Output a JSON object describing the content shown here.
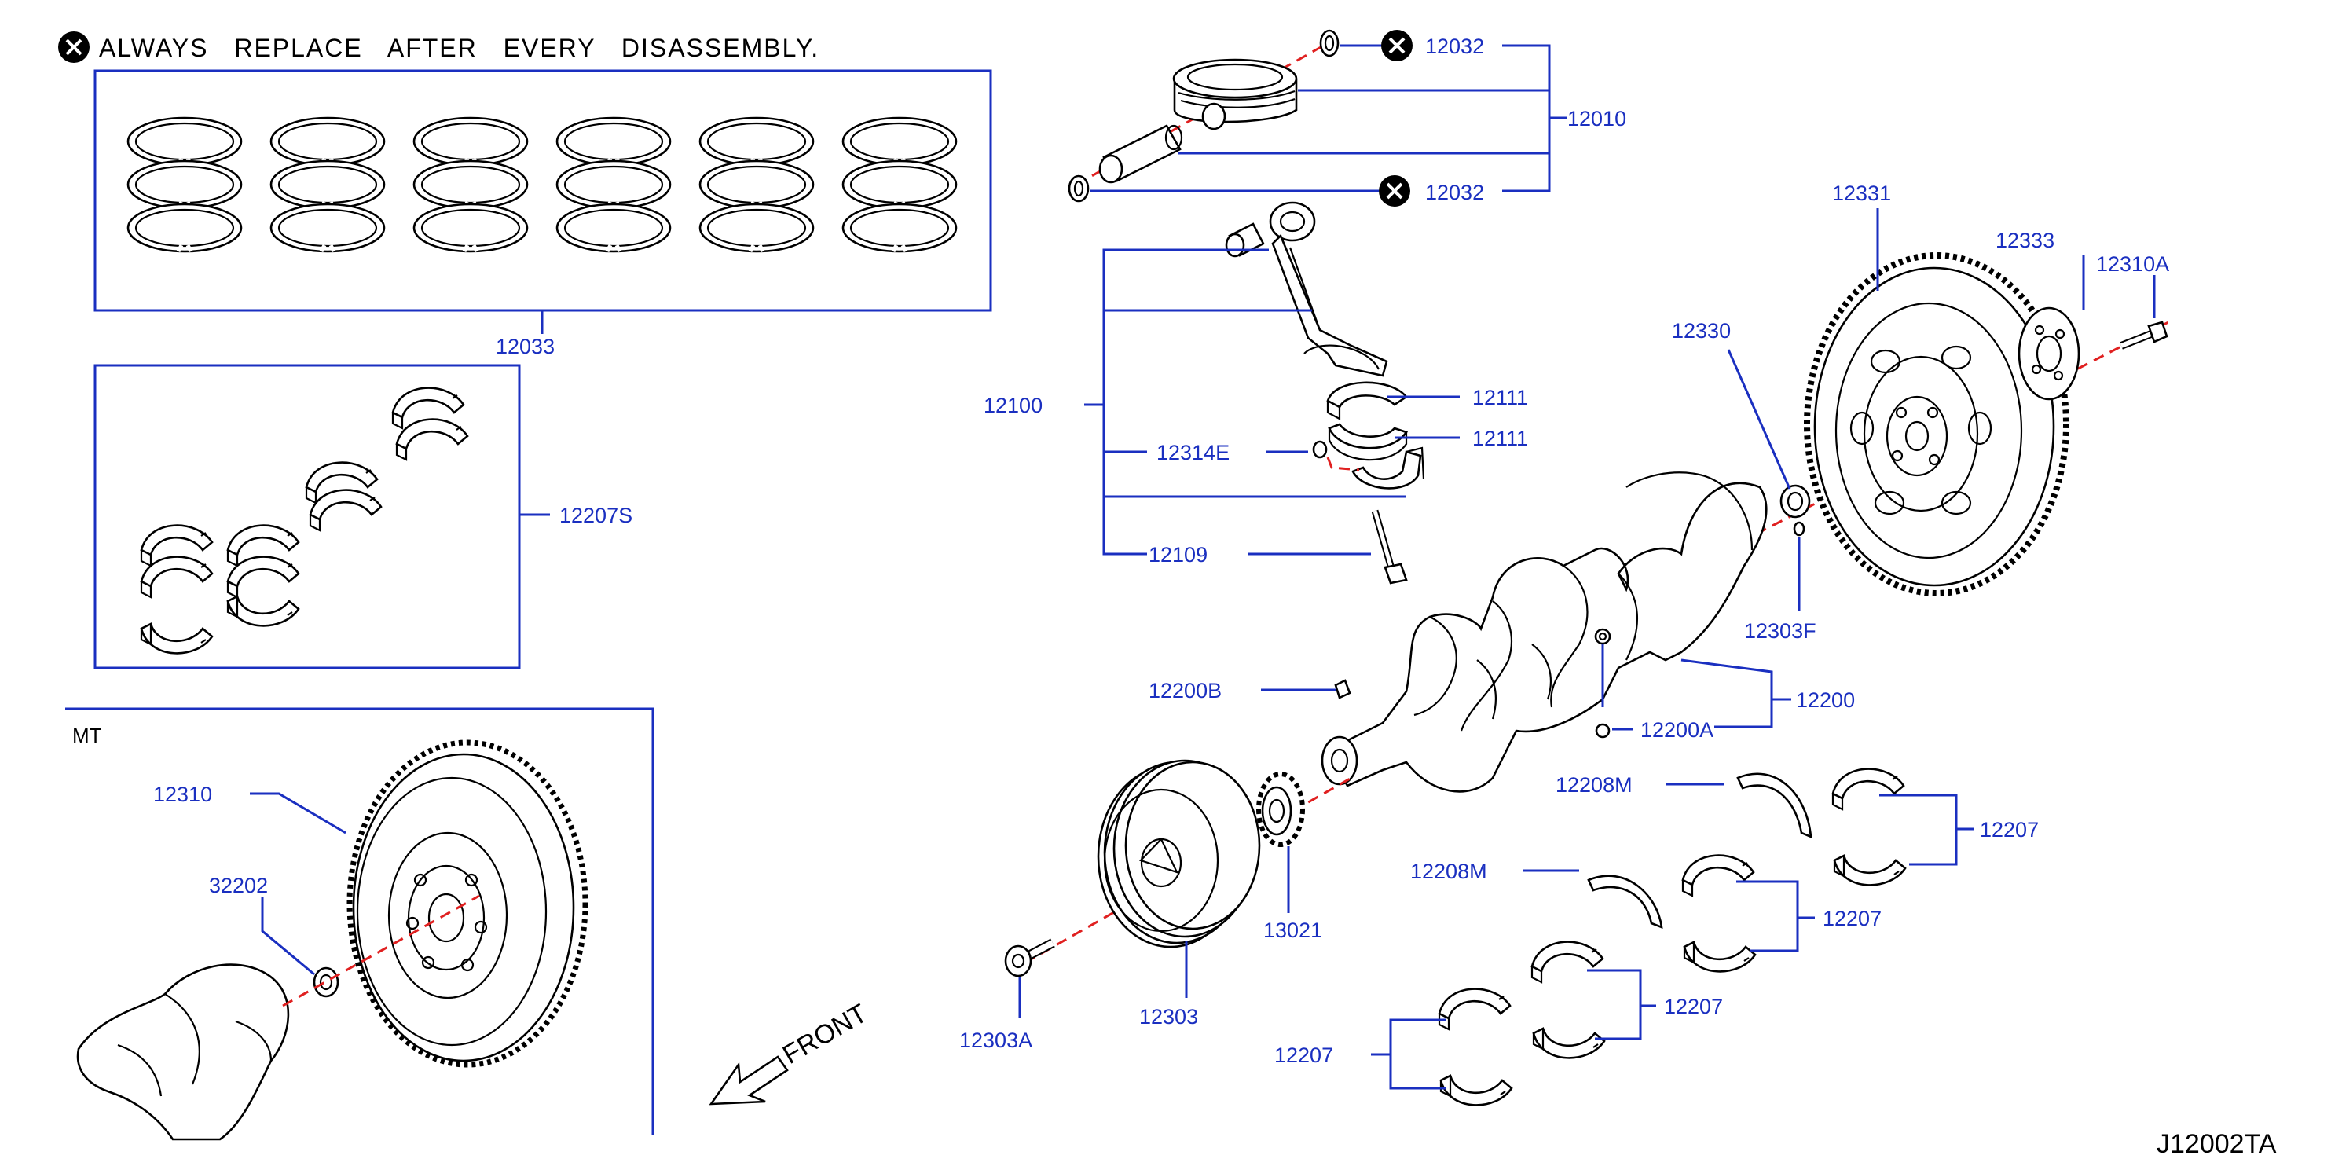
{
  "notice": {
    "symbol": "replace-always-symbol",
    "text": "ALWAYS  REPLACE  AFTER  EVERY  DISASSEMBLY."
  },
  "section_label": "MT",
  "drawing_code": "J12002TA",
  "front_label": "FRONT",
  "colors": {
    "callout": "#1a2fc0",
    "centerline": "#e02020",
    "outline": "#000000"
  },
  "callouts": {
    "c12033": "12033",
    "c12207S": "12207S",
    "c12032_top": "12032",
    "c12032_bottom": "12032",
    "c12010": "12010",
    "c12100": "12100",
    "c12111_upper": "12111",
    "c12111_lower": "12111",
    "c12314E": "12314E",
    "c12109": "12109",
    "c12331": "12331",
    "c12333": "12333",
    "c12310A": "12310A",
    "c12330": "12330",
    "c12303F": "12303F",
    "c12200": "12200",
    "c12200A": "12200A",
    "c12200B": "12200B",
    "c12208M_upper": "12208M",
    "c12208M_lower": "12208M",
    "c12207_a": "12207",
    "c12207_b": "12207",
    "c12207_c": "12207",
    "c12207_d": "12207",
    "c12310": "12310",
    "c32202": "32202",
    "c13021": "13021",
    "c12303": "12303",
    "c12303A": "12303A"
  }
}
